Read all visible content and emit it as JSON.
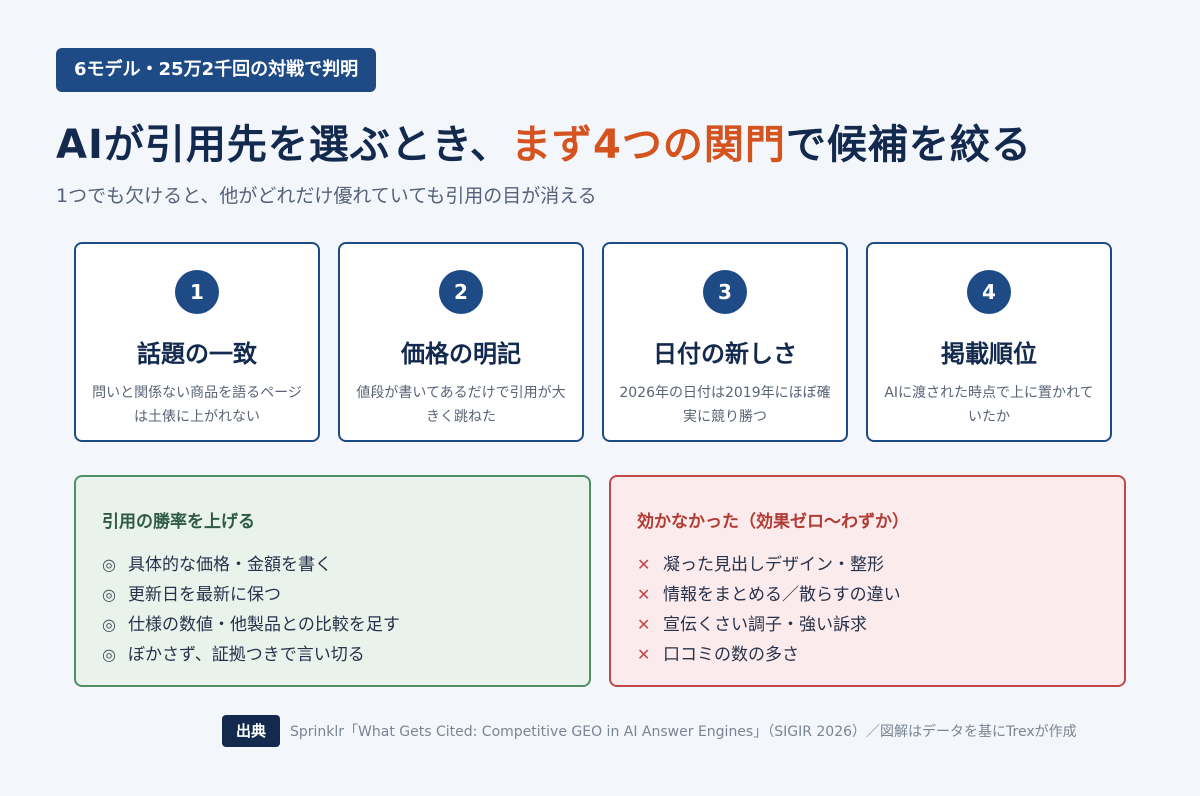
{
  "badge": "6モデル・25万2千回の対戦で判明",
  "title": {
    "before": "AIが引用先を選ぶとき、",
    "accent": "まず4つの関門",
    "after": "で候補を絞る"
  },
  "subtitle": "1つでも欠けると、他がどれだけ優れていても引用の目が消える",
  "gates": [
    {
      "num": "1",
      "title": "話題の一致",
      "desc": "問いと関係ない商品を語るページは土俵に上がれない"
    },
    {
      "num": "2",
      "title": "価格の明記",
      "desc": "値段が書いてあるだけで引用が大きく跳ねた"
    },
    {
      "num": "3",
      "title": "日付の新しさ",
      "desc": "2026年の日付は2019年にほぼ確実に競り勝つ"
    },
    {
      "num": "4",
      "title": "掲載順位",
      "desc": "AIに渡された時点で上に置かれていたか"
    }
  ],
  "good": {
    "title": "引用の勝率を上げる",
    "mark": "◎",
    "items": [
      "具体的な価格・金額を書く",
      "更新日を最新に保つ",
      "仕様の数値・他製品との比較を足す",
      "ぼかさず、証拠つきで言い切る"
    ]
  },
  "bad": {
    "title": "効かなかった（効果ゼロ〜わずか）",
    "mark": "✕",
    "items": [
      "凝った見出しデザイン・整形",
      "情報をまとめる／散らすの違い",
      "宣伝くさい調子・強い訴求",
      "口コミの数の多さ"
    ]
  },
  "source": {
    "tag": "出典",
    "text": "Sprinklr「What Gets Cited: Competitive GEO in AI Answer Engines」（SIGIR 2026）／図解はデータを基にTrexが作成"
  },
  "colors": {
    "primary": "#1e4b86",
    "accent": "#d4531f",
    "good": "#4e8f66",
    "bad": "#c0484a"
  }
}
